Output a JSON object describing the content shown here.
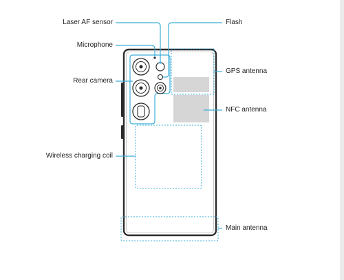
{
  "labels": {
    "laser_af_sensor": "Laser AF sensor",
    "microphone": "Microphone",
    "rear_camera": "Rear camera",
    "wireless_charging_coil": "Wireless charging coil",
    "flash": "Flash",
    "gps_antenna": "GPS antenna",
    "nfc_antenna": "NFC antenna",
    "main_antenna": "Main antenna"
  },
  "colors": {
    "accent": "#3aaed8",
    "device_outline": "#2b2b2b",
    "antenna_fill": "#d6d6d6",
    "text": "#222222"
  }
}
